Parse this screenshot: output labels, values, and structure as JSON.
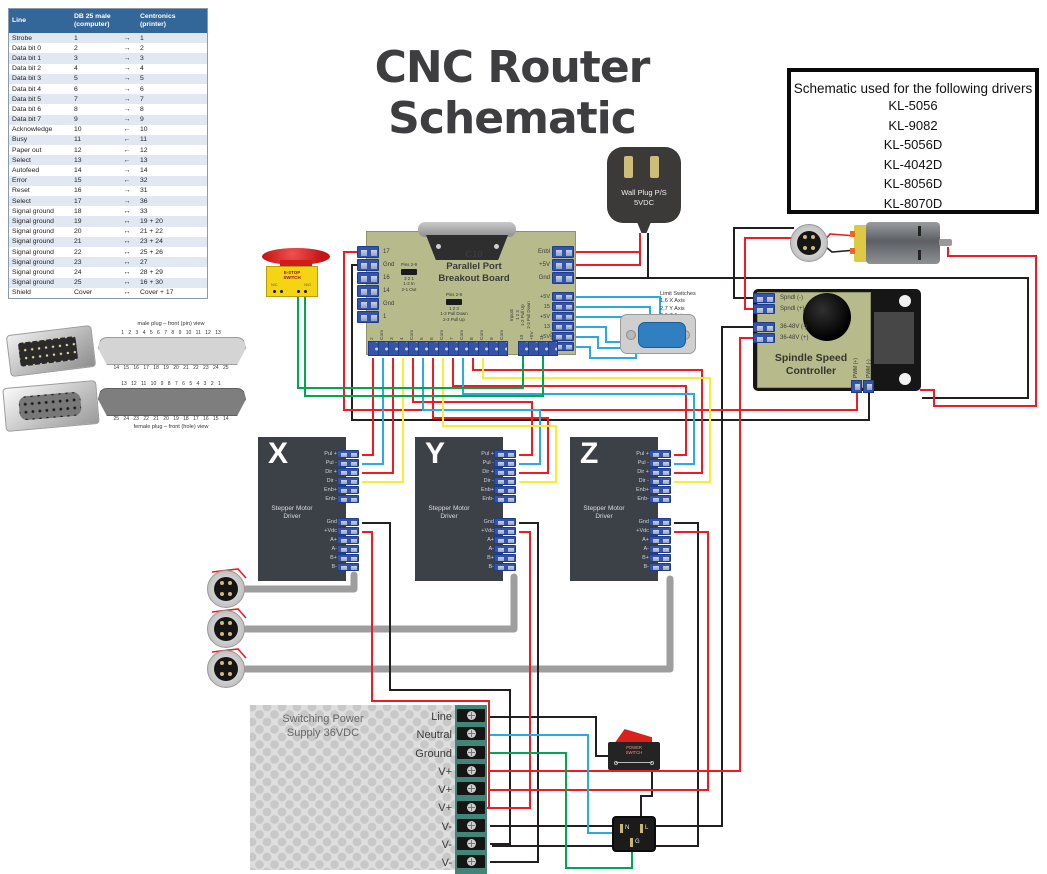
{
  "title": "CNC Router Schematic",
  "drivers_box": {
    "title": "Schematic used for the following drivers",
    "items": [
      "KL-5056",
      "KL-9082",
      "KL-5056D",
      "KL-4042D",
      "KL-8056D",
      "KL-8070D"
    ]
  },
  "pin_table": {
    "col_line": "Line",
    "col_db25": "DB 25 male\n(computer)",
    "col_cent": "Centronics\n(printer)",
    "rows": [
      [
        "Strobe",
        "1",
        "→",
        "1"
      ],
      [
        "Data bit 0",
        "2",
        "→",
        "2"
      ],
      [
        "Data bit 1",
        "3",
        "→",
        "3"
      ],
      [
        "Data bit 2",
        "4",
        "→",
        "4"
      ],
      [
        "Data bit 3",
        "5",
        "→",
        "5"
      ],
      [
        "Data bit 4",
        "6",
        "→",
        "6"
      ],
      [
        "Data bit 5",
        "7",
        "→",
        "7"
      ],
      [
        "Data bit 6",
        "8",
        "→",
        "8"
      ],
      [
        "Data bit 7",
        "9",
        "→",
        "9"
      ],
      [
        "Acknowledge",
        "10",
        "←",
        "10"
      ],
      [
        "Busy",
        "11",
        "←",
        "11"
      ],
      [
        "Paper out",
        "12",
        "←",
        "12"
      ],
      [
        "Select",
        "13",
        "←",
        "13"
      ],
      [
        "Autofeed",
        "14",
        "→",
        "14"
      ],
      [
        "Error",
        "15",
        "←",
        "32"
      ],
      [
        "Reset",
        "16",
        "→",
        "31"
      ],
      [
        "Select",
        "17",
        "→",
        "36"
      ],
      [
        "Signal ground",
        "18",
        "↔",
        "33"
      ],
      [
        "Signal ground",
        "19",
        "↔",
        "19 + 20"
      ],
      [
        "Signal ground",
        "20",
        "↔",
        "21 + 22"
      ],
      [
        "Signal ground",
        "21",
        "↔",
        "23 + 24"
      ],
      [
        "Signal ground",
        "22",
        "↔",
        "25 + 26"
      ],
      [
        "Signal ground",
        "23",
        "↔",
        "27"
      ],
      [
        "Signal ground",
        "24",
        "↔",
        "28 + 29"
      ],
      [
        "Signal ground",
        "25",
        "↔",
        "16 + 30"
      ],
      [
        "Shield",
        "Cover",
        "↔",
        "Cover + 17"
      ]
    ]
  },
  "db25_views": {
    "male_caption": "male plug – front (pin) view",
    "male_top_numbers": "1 2 3 4 5 6 7 8 9 10 11 12 13",
    "male_bottom_numbers": "14 15 16 17 18 19 20 21 22 23 24 25",
    "female_top_numbers": "13 12 11 10 9 8 7 6 5 4 3 2 1",
    "female_bottom_numbers": "25 24 23 22 21 20 19 18 17 16 15 14",
    "female_caption": "female plug – front (hole) view"
  },
  "wall_plug": {
    "label": "Wall Plug P/S\n5VDC"
  },
  "c10": {
    "name": "C10\nParallel Port\nBreakout Board",
    "left_pins": [
      "17",
      "Gnd",
      "16",
      "14",
      "Gnd",
      "1"
    ],
    "right_top_pins": [
      "Enbl",
      "+5V",
      "Gnd"
    ],
    "right_input_pins": [
      "+5V",
      "15",
      "+5V",
      "13",
      "+5V",
      "12"
    ],
    "bottom_pins": [
      "2",
      "Com",
      "3",
      "4",
      "Com",
      "5",
      "6",
      "Com",
      "7",
      "Com",
      "8",
      "Com",
      "9",
      "Com"
    ],
    "bottom_pins2": [
      "10",
      "+5V",
      "11",
      "+5V"
    ],
    "jumper1_top": "Pins 2-9",
    "jumper1_bottom": "3 2 1\n1-2 In\n2-1 Out",
    "jumper2_top": "Pins 2-9",
    "jumper2_bottom": "1 2 3\n1-2 Pull Down\n2-3 Pull Up",
    "jumper3": "Inputs\n1 2 3\n1-2 Pull Up\n2-3 Pull Down"
  },
  "limit_switches": "Limit Switches\n1,6 X Axis\n2,7 Y Axis\n3,8 Z Axis",
  "estop": {
    "label": "E-STOP\nSWITCH",
    "nc": "N/C",
    "no": "N/O"
  },
  "spindle": {
    "name": "Spindle Speed\nController",
    "terminals": [
      "Spndl (-)",
      "Spndl (+)",
      "36-48V (-)",
      "36-48V (+)"
    ],
    "pwm": [
      "PWM (+)",
      "PWM (-)"
    ]
  },
  "steppers": {
    "axes": [
      "X",
      "Y",
      "Z"
    ],
    "label": "Stepper Motor\nDriver",
    "top_terminals": [
      "Pul +",
      "Pul -",
      "Dir +",
      "Dir -",
      "Enb+",
      "Enb-"
    ],
    "bottom_terminals": [
      "Gnd",
      "+Vdc",
      "A+",
      "A-",
      "B+",
      "B-"
    ]
  },
  "psu": {
    "label": "Switching Power\nSupply 36VDC",
    "terminals": [
      "Line",
      "Neutral",
      "Ground",
      "V+",
      "V+",
      "V+",
      "V-",
      "V-",
      "V-"
    ]
  },
  "power_switch": {
    "label": "POWER\nSWITCH"
  },
  "iec_plug": {
    "n": "N",
    "l": "L",
    "g": "G"
  },
  "colors": {
    "wire_red": "#ed1c24",
    "wire_blue": "#29abe2",
    "wire_yellow": "#f9ed32",
    "wire_green": "#00a651",
    "wire_black": "#231f20",
    "cable_gray": "#9e9e9e",
    "board_olive": "#b7bb8b",
    "terminal_blue": "#3553a8",
    "driver_gray": "#3c4047",
    "table_header_blue": "#336699"
  }
}
